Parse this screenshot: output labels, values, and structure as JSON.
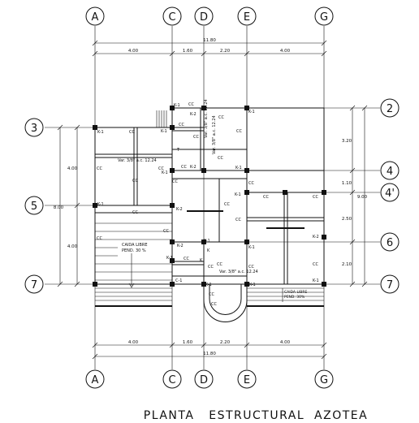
{
  "title": "PLANTA   ESTRUCTURAL  AZOTEA",
  "grid_columns": [
    "A",
    "C",
    "D",
    "E",
    "G"
  ],
  "grid_rows": [
    "2",
    "3",
    "4",
    "4'",
    "5",
    "6",
    "7"
  ],
  "dimensions": {
    "top_total": "11.80",
    "top_segments": [
      "4.00",
      "1.60",
      "2.20",
      "4.00"
    ],
    "bottom_total": "11.80",
    "bottom_segments": [
      "4.00",
      "1.60",
      "2.20",
      "4.00"
    ],
    "left_total": "8.00",
    "left_segments": [
      "4.00",
      "4.00"
    ],
    "right_total": "9.00",
    "right_segments": [
      "3.20",
      "1.10",
      "2.50",
      "2.10"
    ]
  },
  "labels": {
    "k1": "K-1",
    "k2": "K-2",
    "cc": "CC",
    "c1": "C-1",
    "t": "T",
    "k": "K",
    "var1": "Var. 3/8\" a.c. 12.24",
    "var2": "Var. 3/8\" a.c. 12.24",
    "var3": "Var. 3/8\" a.c. 12.24",
    "caida1": "CAIDA LIBRE",
    "pend1": "PEND. 30 %",
    "caida2": "CAIDA LIBRE",
    "pend2": "PEND. 30%"
  }
}
